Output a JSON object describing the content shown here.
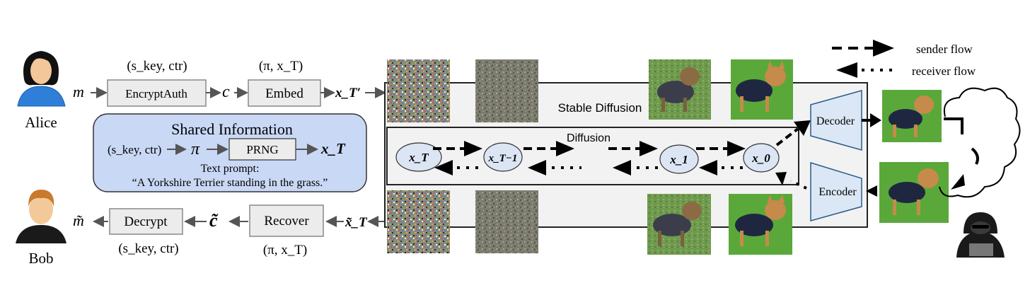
{
  "alice": {
    "name": "Alice"
  },
  "bob": {
    "name": "Bob"
  },
  "sender": {
    "m": "m",
    "encrypt_params": "(s_key, ctr)",
    "encrypt_label": "EncryptAuth",
    "c": "c",
    "embed_params": "(π, x_T)",
    "embed_label": "Embed",
    "xT_prime": "x_T′"
  },
  "receiver": {
    "m_tilde": "m̃",
    "decrypt_label": "Decrypt",
    "decrypt_params": "(s_key, ctr)",
    "c_tilde": "c̃",
    "recover_label": "Recover",
    "recover_params": "(π, x_T)",
    "xT_tilde": "x̃_T"
  },
  "shared": {
    "title": "Shared Information",
    "params": "(s_key, ctr)",
    "pi": "π",
    "prng_label": "PRNG",
    "xT": "x_T",
    "prompt_label": "Text prompt:",
    "prompt_text": "“A Yorkshire Terrier standing in the grass.”"
  },
  "pipeline": {
    "stable_diffusion_label": "Stable Diffusion",
    "diffusion_label": "Diffusion",
    "nodes": [
      "x_T",
      "x_T−1",
      "x_1",
      "x_0"
    ],
    "decoder_label": "Decoder",
    "encoder_label": "Encoder"
  },
  "legend": {
    "sender_flow": "sender flow",
    "receiver_flow": "receiver flow"
  },
  "colors": {
    "shared_box_fill": "#c9d8f5",
    "node_fill": "#dbe5f3",
    "trapezoid_fill": "#dbe7f5",
    "process_box_fill": "#ececec",
    "sd_fill": "#f2f2f2",
    "grass": "#4f9a2e",
    "alice_shirt": "#2f7fd8",
    "bob_shirt": "#1a1a1a"
  }
}
